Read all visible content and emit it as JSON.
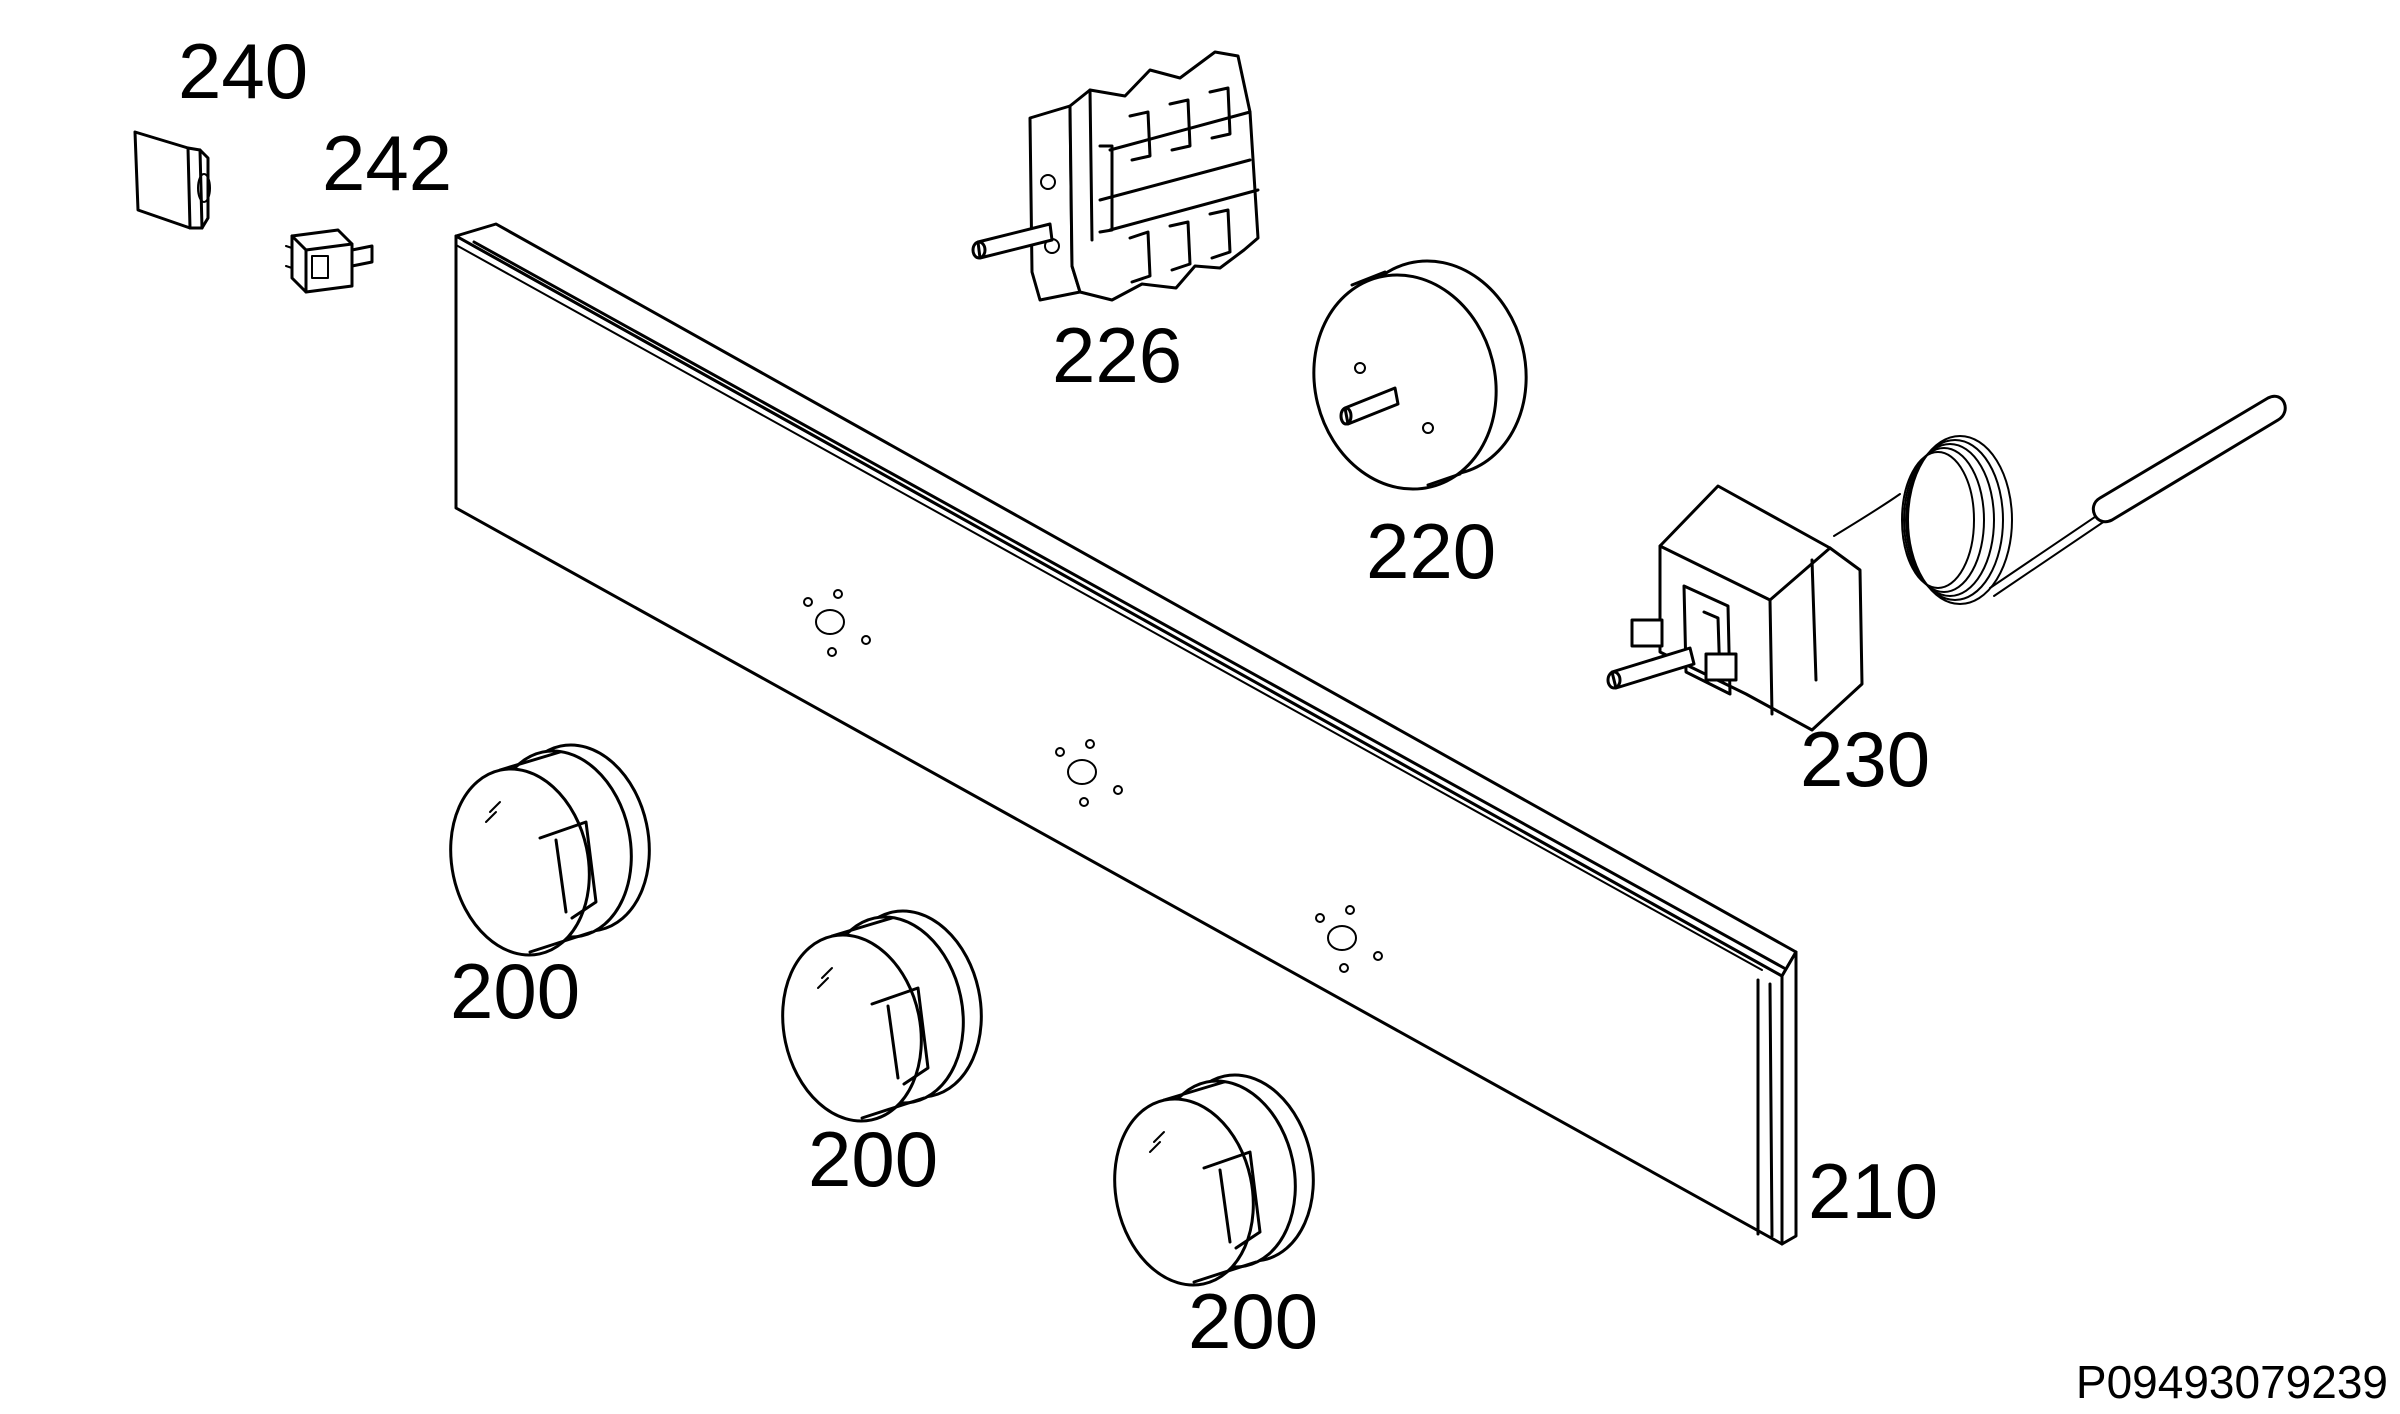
{
  "labels": {
    "p240": "240",
    "p242": "242",
    "p226": "226",
    "p220": "220",
    "p230": "230",
    "p210": "210",
    "p200a": "200",
    "p200b": "200",
    "p200c": "200"
  },
  "drawing_code": "P09493079239"
}
